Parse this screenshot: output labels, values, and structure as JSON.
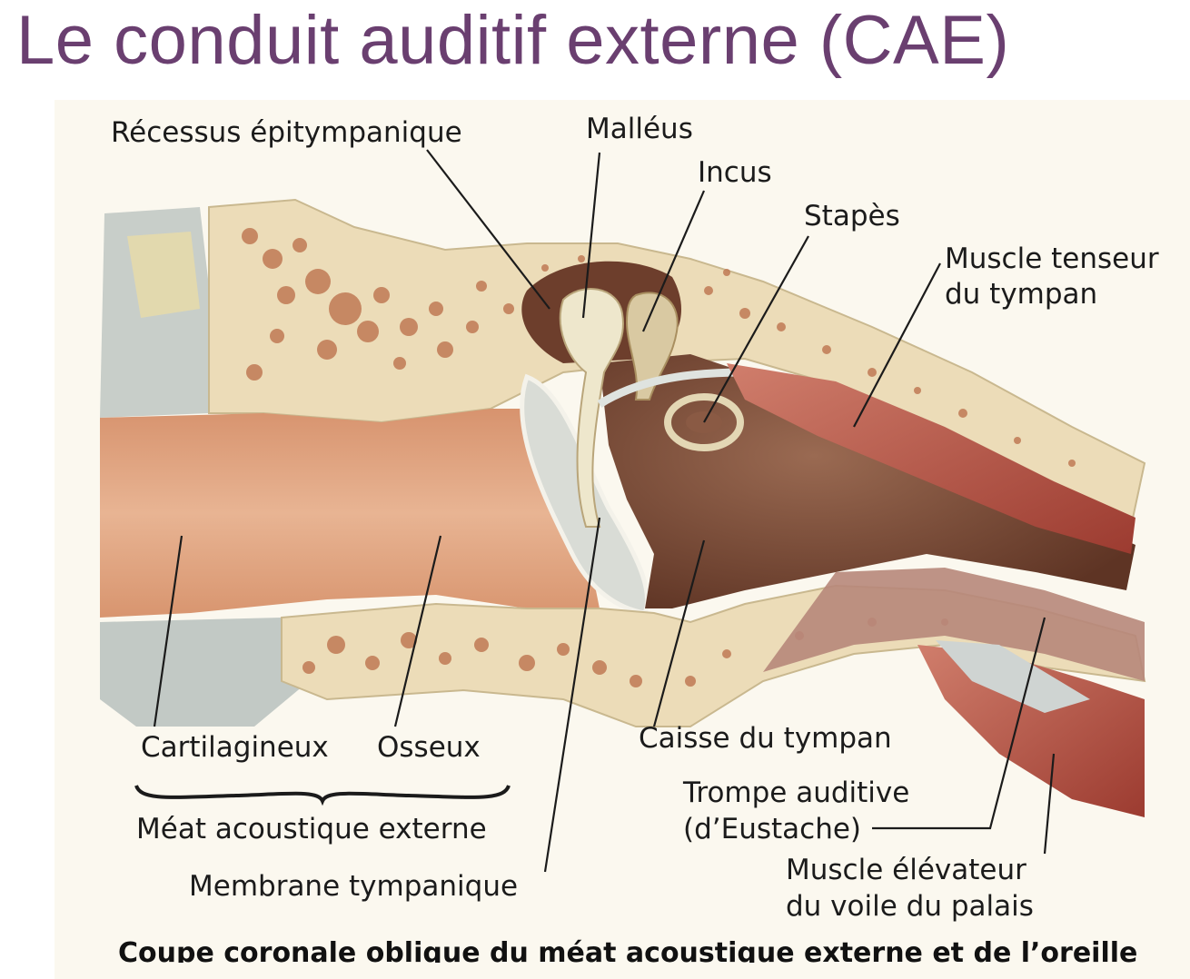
{
  "slide": {
    "title": "Le conduit auditif externe (CAE)",
    "title_color": "#6a3f70"
  },
  "figure": {
    "labels": {
      "recessus": "Récessus épitympanique",
      "malleus": "Malléus",
      "incus": "Incus",
      "stapes": "Stapès",
      "tenseur_1": "Muscle tenseur",
      "tenseur_2": "du tympan",
      "cartilagineux": "Cartilagineux",
      "osseux": "Osseux",
      "caisse": "Caisse du tympan",
      "meat": "Méat acoustique externe",
      "trompe_1": "Trompe auditive",
      "trompe_2": "(d’Eustache)",
      "membrane": "Membrane tympanique",
      "elevateur_1": "Muscle élévateur",
      "elevateur_2": "du voile du palais"
    },
    "caption": "Coupe coronale oblique du méat acoustique externe et de l’oreille",
    "colors": {
      "bone": "#ecdcb8",
      "bone_spots": "#c07a55",
      "canal": "#e0a784",
      "cavity": "#7a4a36",
      "muscle": "#b85a4a",
      "cartilage": "#c9cfcb"
    }
  }
}
